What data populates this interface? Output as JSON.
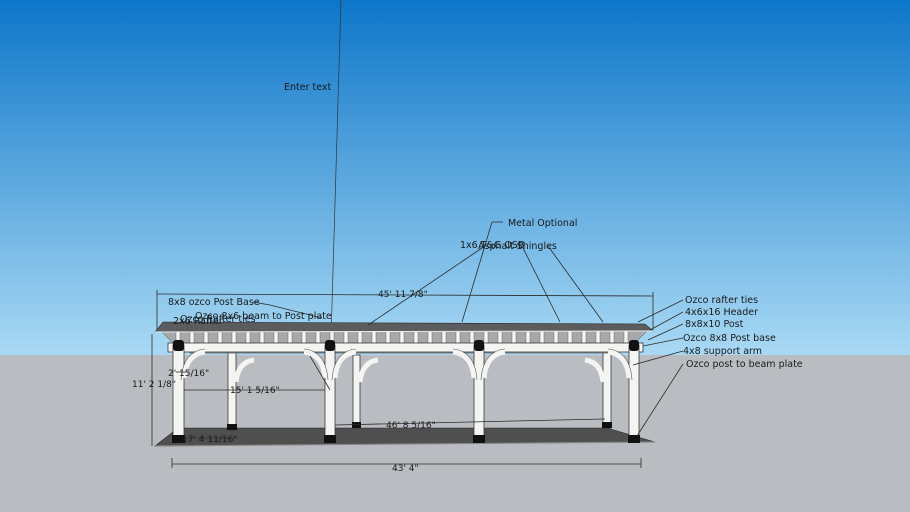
{
  "colors": {
    "sky_top": "#0d76c9",
    "sky_bottom": "#a9d9f4",
    "ground": "#b9bcc1",
    "slab": "#4f4f4f",
    "roof": "#5b5c5e",
    "wood": "#f4f4f2",
    "post_base": "#111111",
    "text": "#1a1a1a"
  },
  "placeholder_text": "Enter text",
  "labels": {
    "metal_optional": "Metal Optional",
    "osb": "1x6 T&G OSB",
    "asphalt": "Asphalt Shingles",
    "post_base_left": "8x8 ozco Post Base",
    "beam_to_post": "Ozco 8x6 beam to Post plate",
    "rafter_ties_left": "Ozco Rafter ties",
    "rafter_left": "2x6 Rafter",
    "rafter_ties_right": "Ozco rafter ties",
    "header": "4x6x16  Header",
    "post": "8x8x10 Post",
    "post_base_right": "Ozco 8x8 Post base",
    "support_arm": "4x8 support arm",
    "post_to_beam": "Ozco post to beam plate"
  },
  "dimensions": {
    "overall_top": "45' 11 7/8\"",
    "overall_height": "11' 2 1/8\"",
    "side_small": "2' 15/16\"",
    "bay_span": "15' 1 5/16\"",
    "inner_length": "46' 8 5/16\"",
    "side_depth": "17' 4 11/16\"",
    "bottom_length": "43' 4\""
  }
}
